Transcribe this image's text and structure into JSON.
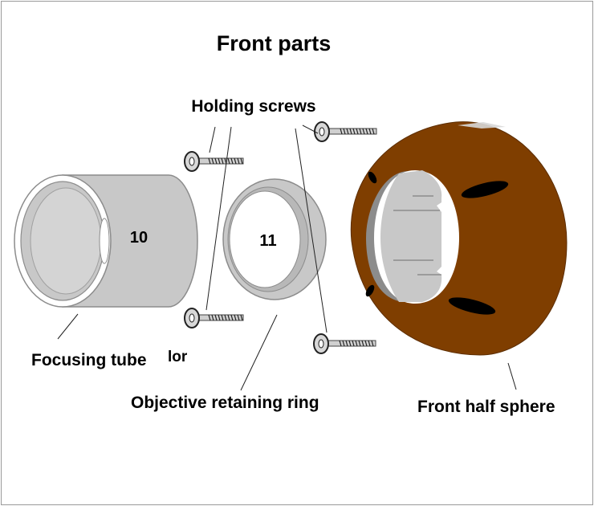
{
  "title": "Front parts",
  "labels": {
    "holding_screws": "Holding screws",
    "focusing_tube": "Focusing tube",
    "color_fragment": "lor",
    "objective_retaining_ring": "Objective retaining ring",
    "front_half_sphere": "Front half sphere"
  },
  "part_numbers": {
    "focusing_tube": "10",
    "retaining_ring": "11"
  },
  "colors": {
    "sphere": "#7f3e00",
    "tube": "#c8c8c8",
    "tube_inner": "#d4d4d4",
    "outline": "#8c8c8c",
    "slot": "#000000",
    "screw_head": "#d8d8d8"
  }
}
